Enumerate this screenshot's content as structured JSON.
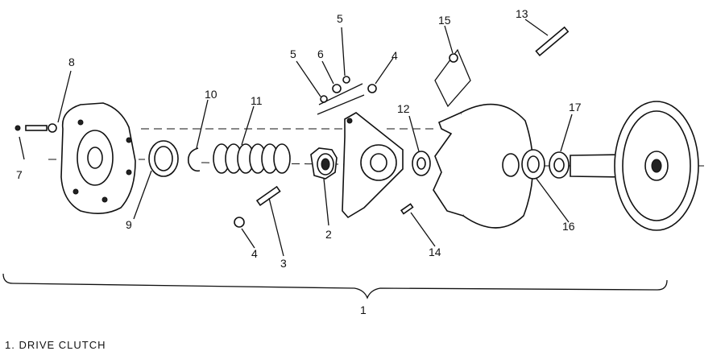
{
  "callouts": {
    "n1": "1",
    "n2": "2",
    "n3": "3",
    "n4a": "4",
    "n4b": "4",
    "n5a": "5",
    "n5b": "5",
    "n6": "6",
    "n7": "7",
    "n8": "8",
    "n9": "9",
    "n10": "10",
    "n11": "11",
    "n12": "12",
    "n13": "13",
    "n14": "14",
    "n15": "15",
    "n16": "16",
    "n17": "17"
  },
  "bottom_caption": "1. DRIVE CLUTCH"
}
